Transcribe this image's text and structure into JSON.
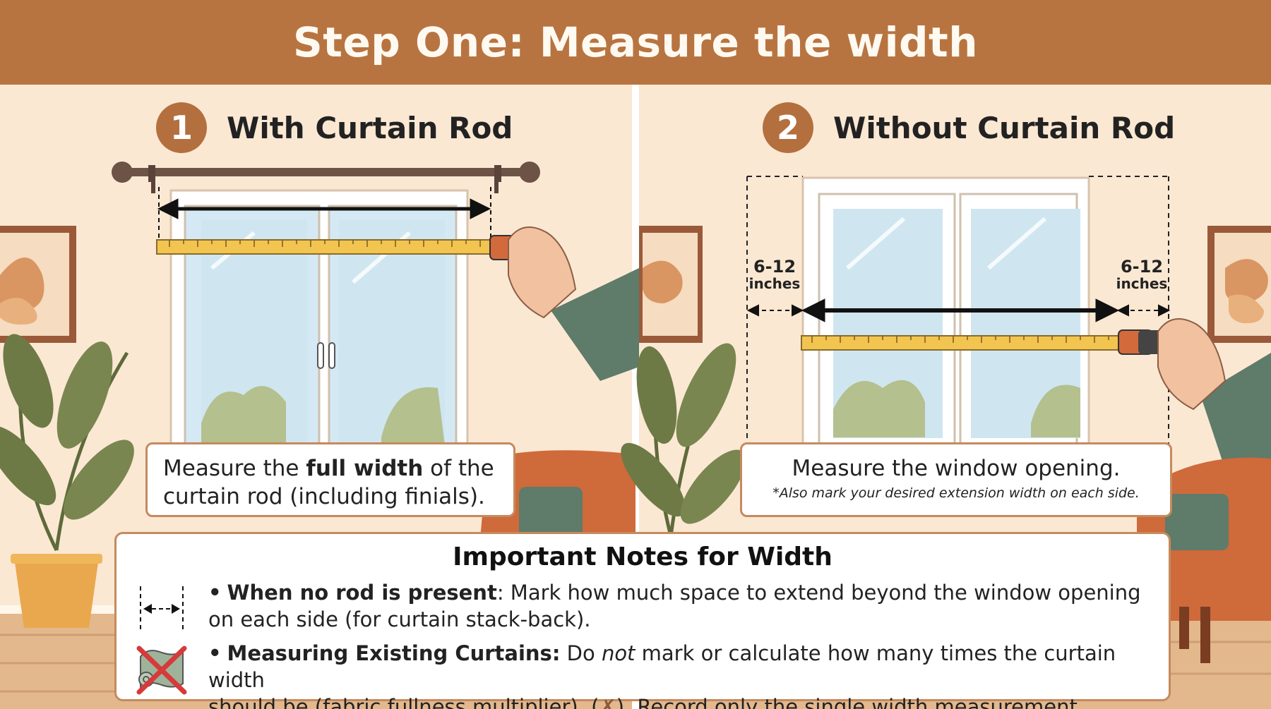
{
  "header": {
    "title": "Step One: Measure the width"
  },
  "panels": [
    {
      "number": "1",
      "heading": "With Curtain Rod",
      "caption_pre": "Measure the ",
      "caption_bold": "full width",
      "caption_post": " of the",
      "caption_line2": "curtain rod (including finials)."
    },
    {
      "number": "2",
      "heading": "Without Curtain Rod",
      "caption_main": "Measure the window opening.",
      "caption_note": "*Also mark your desired extension width on each side.",
      "extension_left_value": "6-12",
      "extension_left_unit": "inches",
      "extension_right_value": "6-12",
      "extension_right_unit": "inches"
    }
  ],
  "notes": {
    "title": "Important Notes for Width",
    "items": [
      {
        "icon": "extension-arrows-icon",
        "bullet": "•",
        "bold": "When no rod is present",
        "text_after_bold": ": Mark how much space to extend beyond the window opening",
        "line2": "on each side (for curtain stack-back)."
      },
      {
        "icon": "no-fabric-icon",
        "bullet": "•",
        "bold": "Measuring Existing Curtains:",
        "text_pre": " Do ",
        "italic": "not",
        "text_post": " mark or calculate how many times the curtain width",
        "line2_pre": "should be (fabric fullness multiplier). (",
        "line2_symbol": "✗",
        "line2_post": "). Record only the single width measurement."
      }
    ]
  },
  "colors": {
    "header_bg": "#b87440",
    "wall": "#fbe8d3",
    "accent": "#b46f3e",
    "box_border": "#c58a5e",
    "tape": "#f2c450",
    "sleeve": "#5f7b6a",
    "armchair": "#cf6a3a",
    "plant": "#6e7a45",
    "glass": "#cfe6f1",
    "cross": "#d63a3a"
  }
}
